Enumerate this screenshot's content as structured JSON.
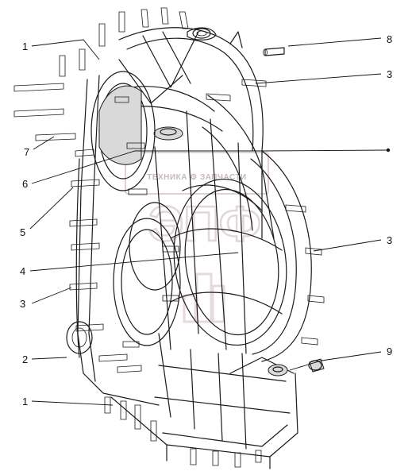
{
  "diagram": {
    "callouts": [
      {
        "id": "c1a",
        "text": "1"
      },
      {
        "id": "c8",
        "text": "8"
      },
      {
        "id": "c3a",
        "text": "3"
      },
      {
        "id": "c7",
        "text": "7"
      },
      {
        "id": "c6",
        "text": "6"
      },
      {
        "id": "c5",
        "text": "5"
      },
      {
        "id": "c3b",
        "text": "3"
      },
      {
        "id": "c4",
        "text": "4"
      },
      {
        "id": "c3c",
        "text": "3"
      },
      {
        "id": "c2",
        "text": "2"
      },
      {
        "id": "c9",
        "text": "9"
      },
      {
        "id": "c1b",
        "text": "1"
      }
    ]
  },
  "watermark": {
    "brand_text": "ТЕХНИКА ⚙ ЗАПЧАСТИ",
    "logo_letters": "ЭПФ"
  }
}
